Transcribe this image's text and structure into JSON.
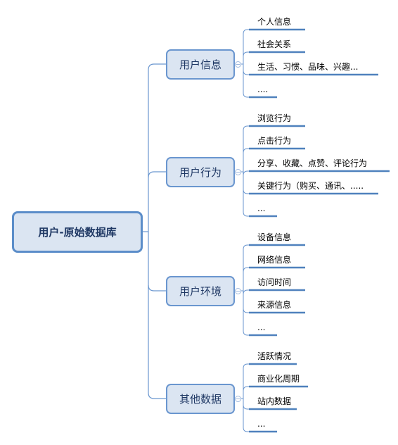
{
  "root": {
    "label": "用户-原始数据库"
  },
  "branches": [
    {
      "label": "用户信息",
      "items": [
        "个人信息",
        "社会关系",
        "生活、习惯、品味、兴趣...",
        "...."
      ]
    },
    {
      "label": "用户行为",
      "items": [
        "浏览行为",
        "点击行为",
        "分享、收藏、点赞、评论行为",
        "关键行为（购买、通讯、.....",
        "..."
      ]
    },
    {
      "label": "用户环境",
      "items": [
        "设备信息",
        "网络信息",
        "访问时间",
        "来源信息",
        "..."
      ]
    },
    {
      "label": "其他数据",
      "items": [
        "活跃情况",
        "商业化周期",
        "站内数据",
        "..."
      ]
    }
  ],
  "colors": {
    "connector": "#6a96cf",
    "underline": "#4f81bd",
    "node_fill": "#dbe5f2",
    "node_text": "#1f3864"
  }
}
